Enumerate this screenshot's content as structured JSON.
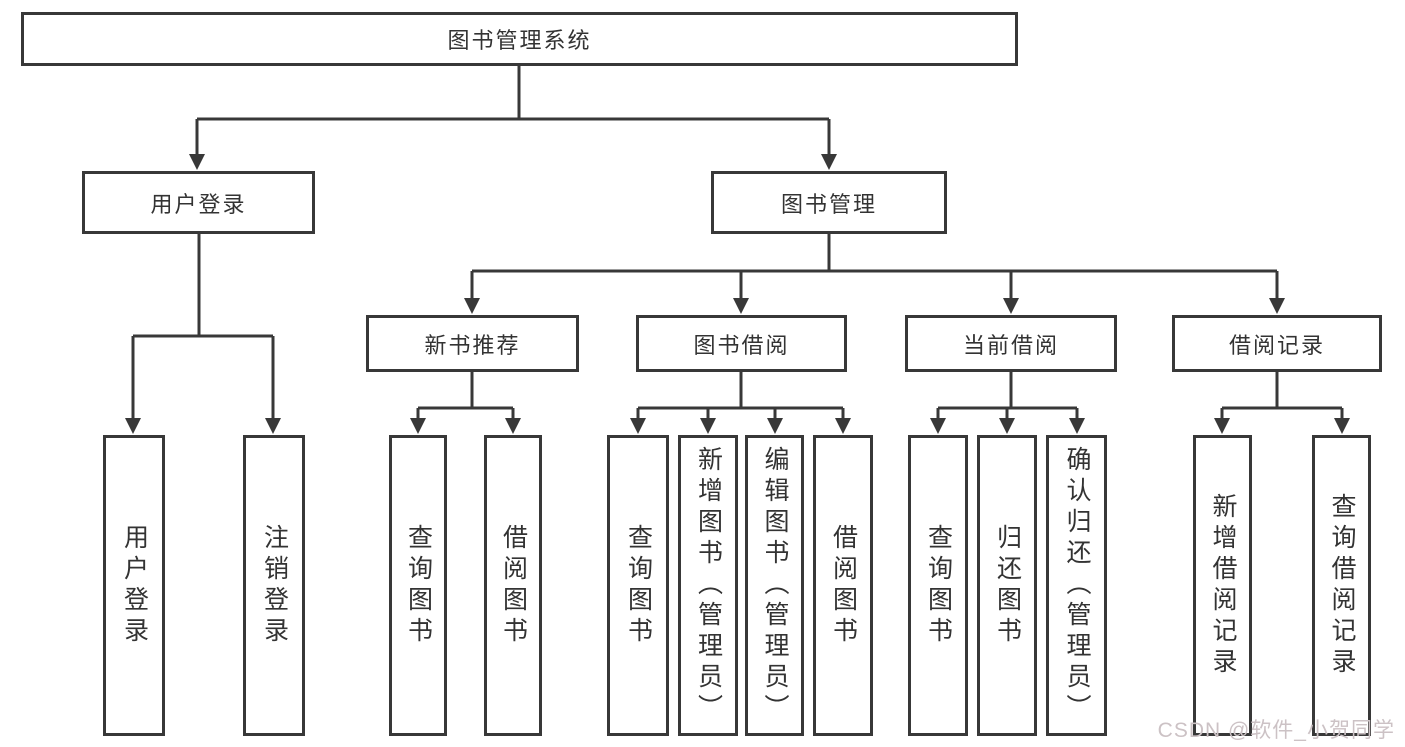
{
  "tree": {
    "root": "图书管理系统",
    "children": [
      {
        "label": "用户登录",
        "children": [
          "用户登录",
          "注销登录"
        ]
      },
      {
        "label": "图书管理",
        "children": [
          {
            "label": "新书推荐",
            "children": [
              "查询图书",
              "借阅图书"
            ]
          },
          {
            "label": "图书借阅",
            "children": [
              "查询图书",
              "新增图书（管理员）",
              "编辑图书（管理员）",
              "借阅图书"
            ]
          },
          {
            "label": "当前借阅",
            "children": [
              "查询图书",
              "归还图书",
              "确认归还（管理员）"
            ]
          },
          {
            "label": "借阅记录",
            "children": [
              "新增借阅记录",
              "查询借阅记录"
            ]
          }
        ]
      }
    ]
  },
  "watermark": {
    "text": "CSDN @软件_小贺同学"
  },
  "colors": {
    "line": "#383838",
    "text": "#333333",
    "watermark": "#ccc2c5",
    "background": "#ffffff"
  }
}
